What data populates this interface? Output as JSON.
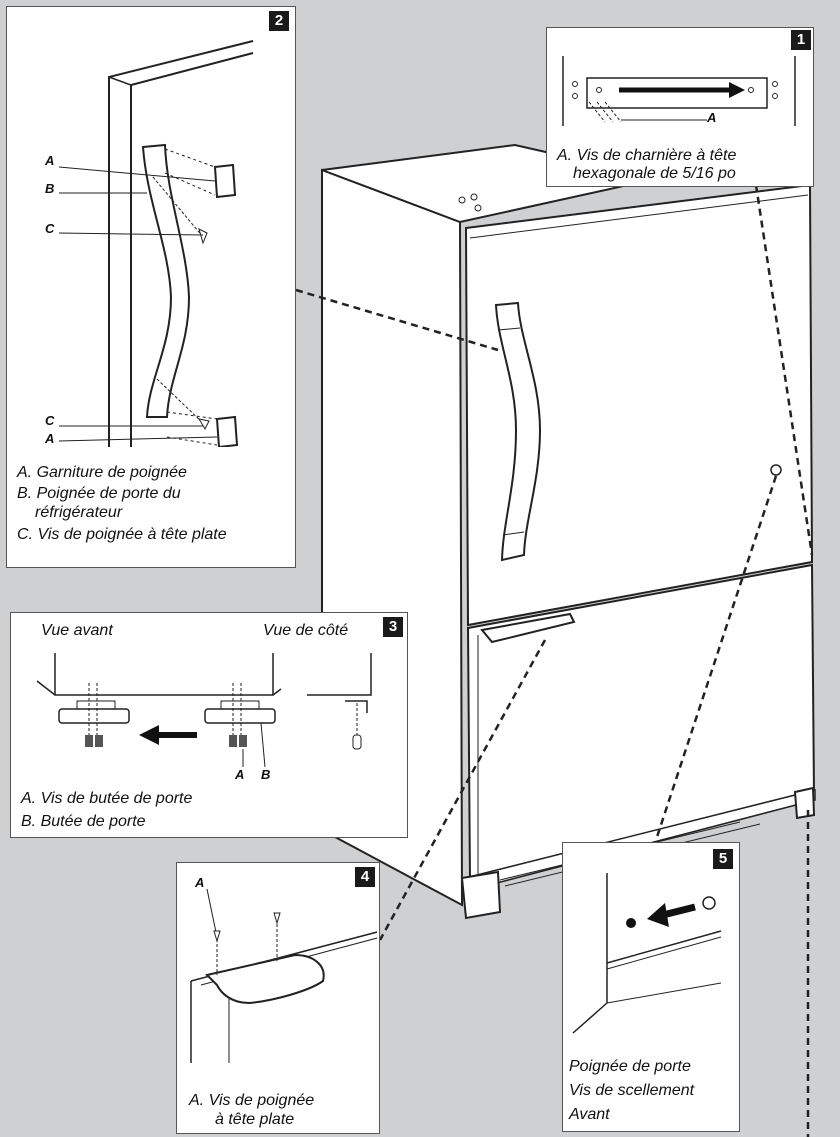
{
  "panel1": {
    "number": "1",
    "caption_line1": "A. Vis de charnière à tête",
    "caption_line2": "hexagonale de 5/16 po",
    "marker": "A"
  },
  "panel2": {
    "number": "2",
    "letters": [
      "A",
      "B",
      "C",
      "C",
      "A"
    ],
    "caption": [
      "A. Garniture de poignée",
      "B. Poignée de porte du",
      "réfrigérateur",
      "C. Vis de poignée à tête plate"
    ]
  },
  "panel3": {
    "number": "3",
    "front_view": "Vue avant",
    "side_view": "Vue de côté",
    "letters": [
      "A",
      "B"
    ],
    "caption": [
      "A. Vis de butée de porte",
      "B. Butée de porte"
    ]
  },
  "panel4": {
    "number": "4",
    "marker": "A",
    "caption_line1": "A. Vis de poignée",
    "caption_line2": "à tête plate"
  },
  "panel5": {
    "number": "5",
    "caption": [
      "Poignée de porte",
      "Vis de scellement",
      "Avant"
    ]
  }
}
